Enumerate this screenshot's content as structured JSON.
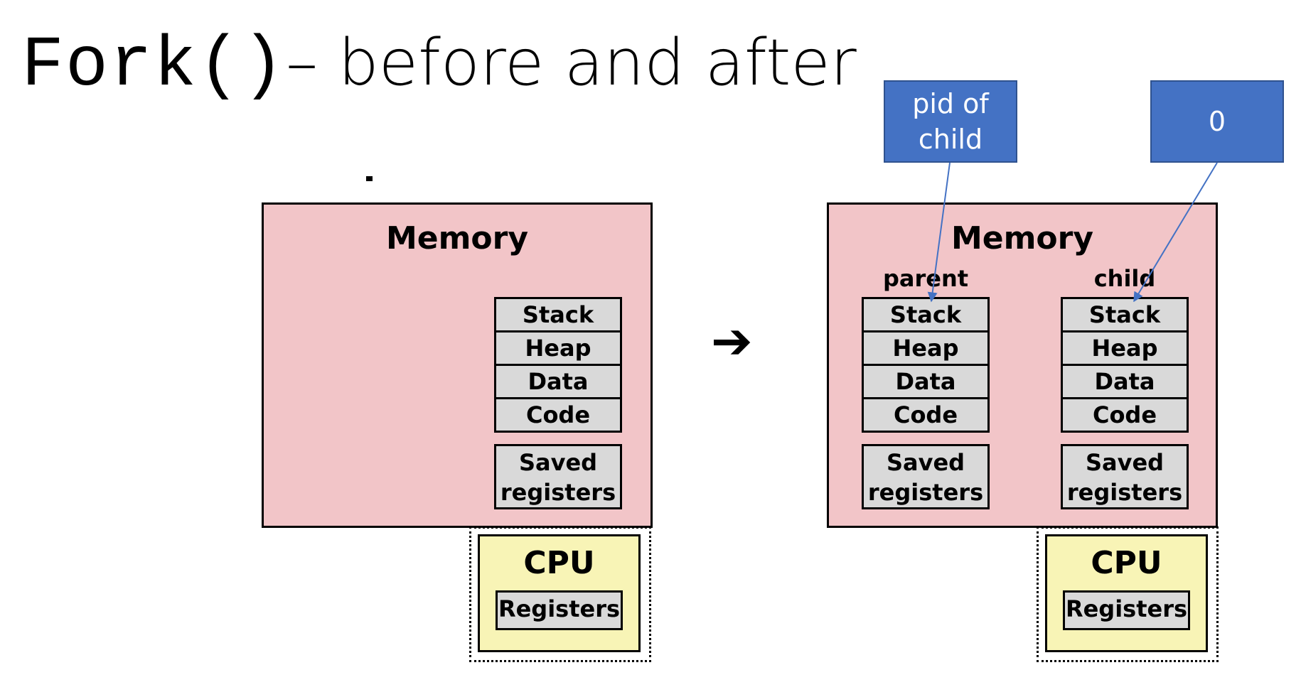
{
  "title": {
    "code": "Fork()",
    "rest": "– before and after"
  },
  "before": {
    "memory_label": "Memory",
    "segments": [
      "Stack",
      "Heap",
      "Data",
      "Code"
    ],
    "saved_line1": "Saved",
    "saved_line2": "registers",
    "cpu_label": "CPU",
    "registers_label": "Registers"
  },
  "arrow_glyph": "➔",
  "after": {
    "memory_label": "Memory",
    "parent": {
      "label": "parent",
      "segments": [
        "Stack",
        "Heap",
        "Data",
        "Code"
      ],
      "saved_line1": "Saved",
      "saved_line2": "registers"
    },
    "child": {
      "label": "child",
      "segments": [
        "Stack",
        "Heap",
        "Data",
        "Code"
      ],
      "saved_line1": "Saved",
      "saved_line2": "registers"
    },
    "cpu_label": "CPU",
    "registers_label": "Registers"
  },
  "callouts": {
    "parent_return": {
      "line1": "pid of",
      "line2": "child"
    },
    "child_return": {
      "text": "0"
    }
  },
  "colors": {
    "memory_fill": "#f2c5c8",
    "segment_fill": "#d9d9d9",
    "cpu_fill": "#f8f4b6",
    "callout_fill": "#4472c4",
    "callout_line": "#4472c4"
  }
}
